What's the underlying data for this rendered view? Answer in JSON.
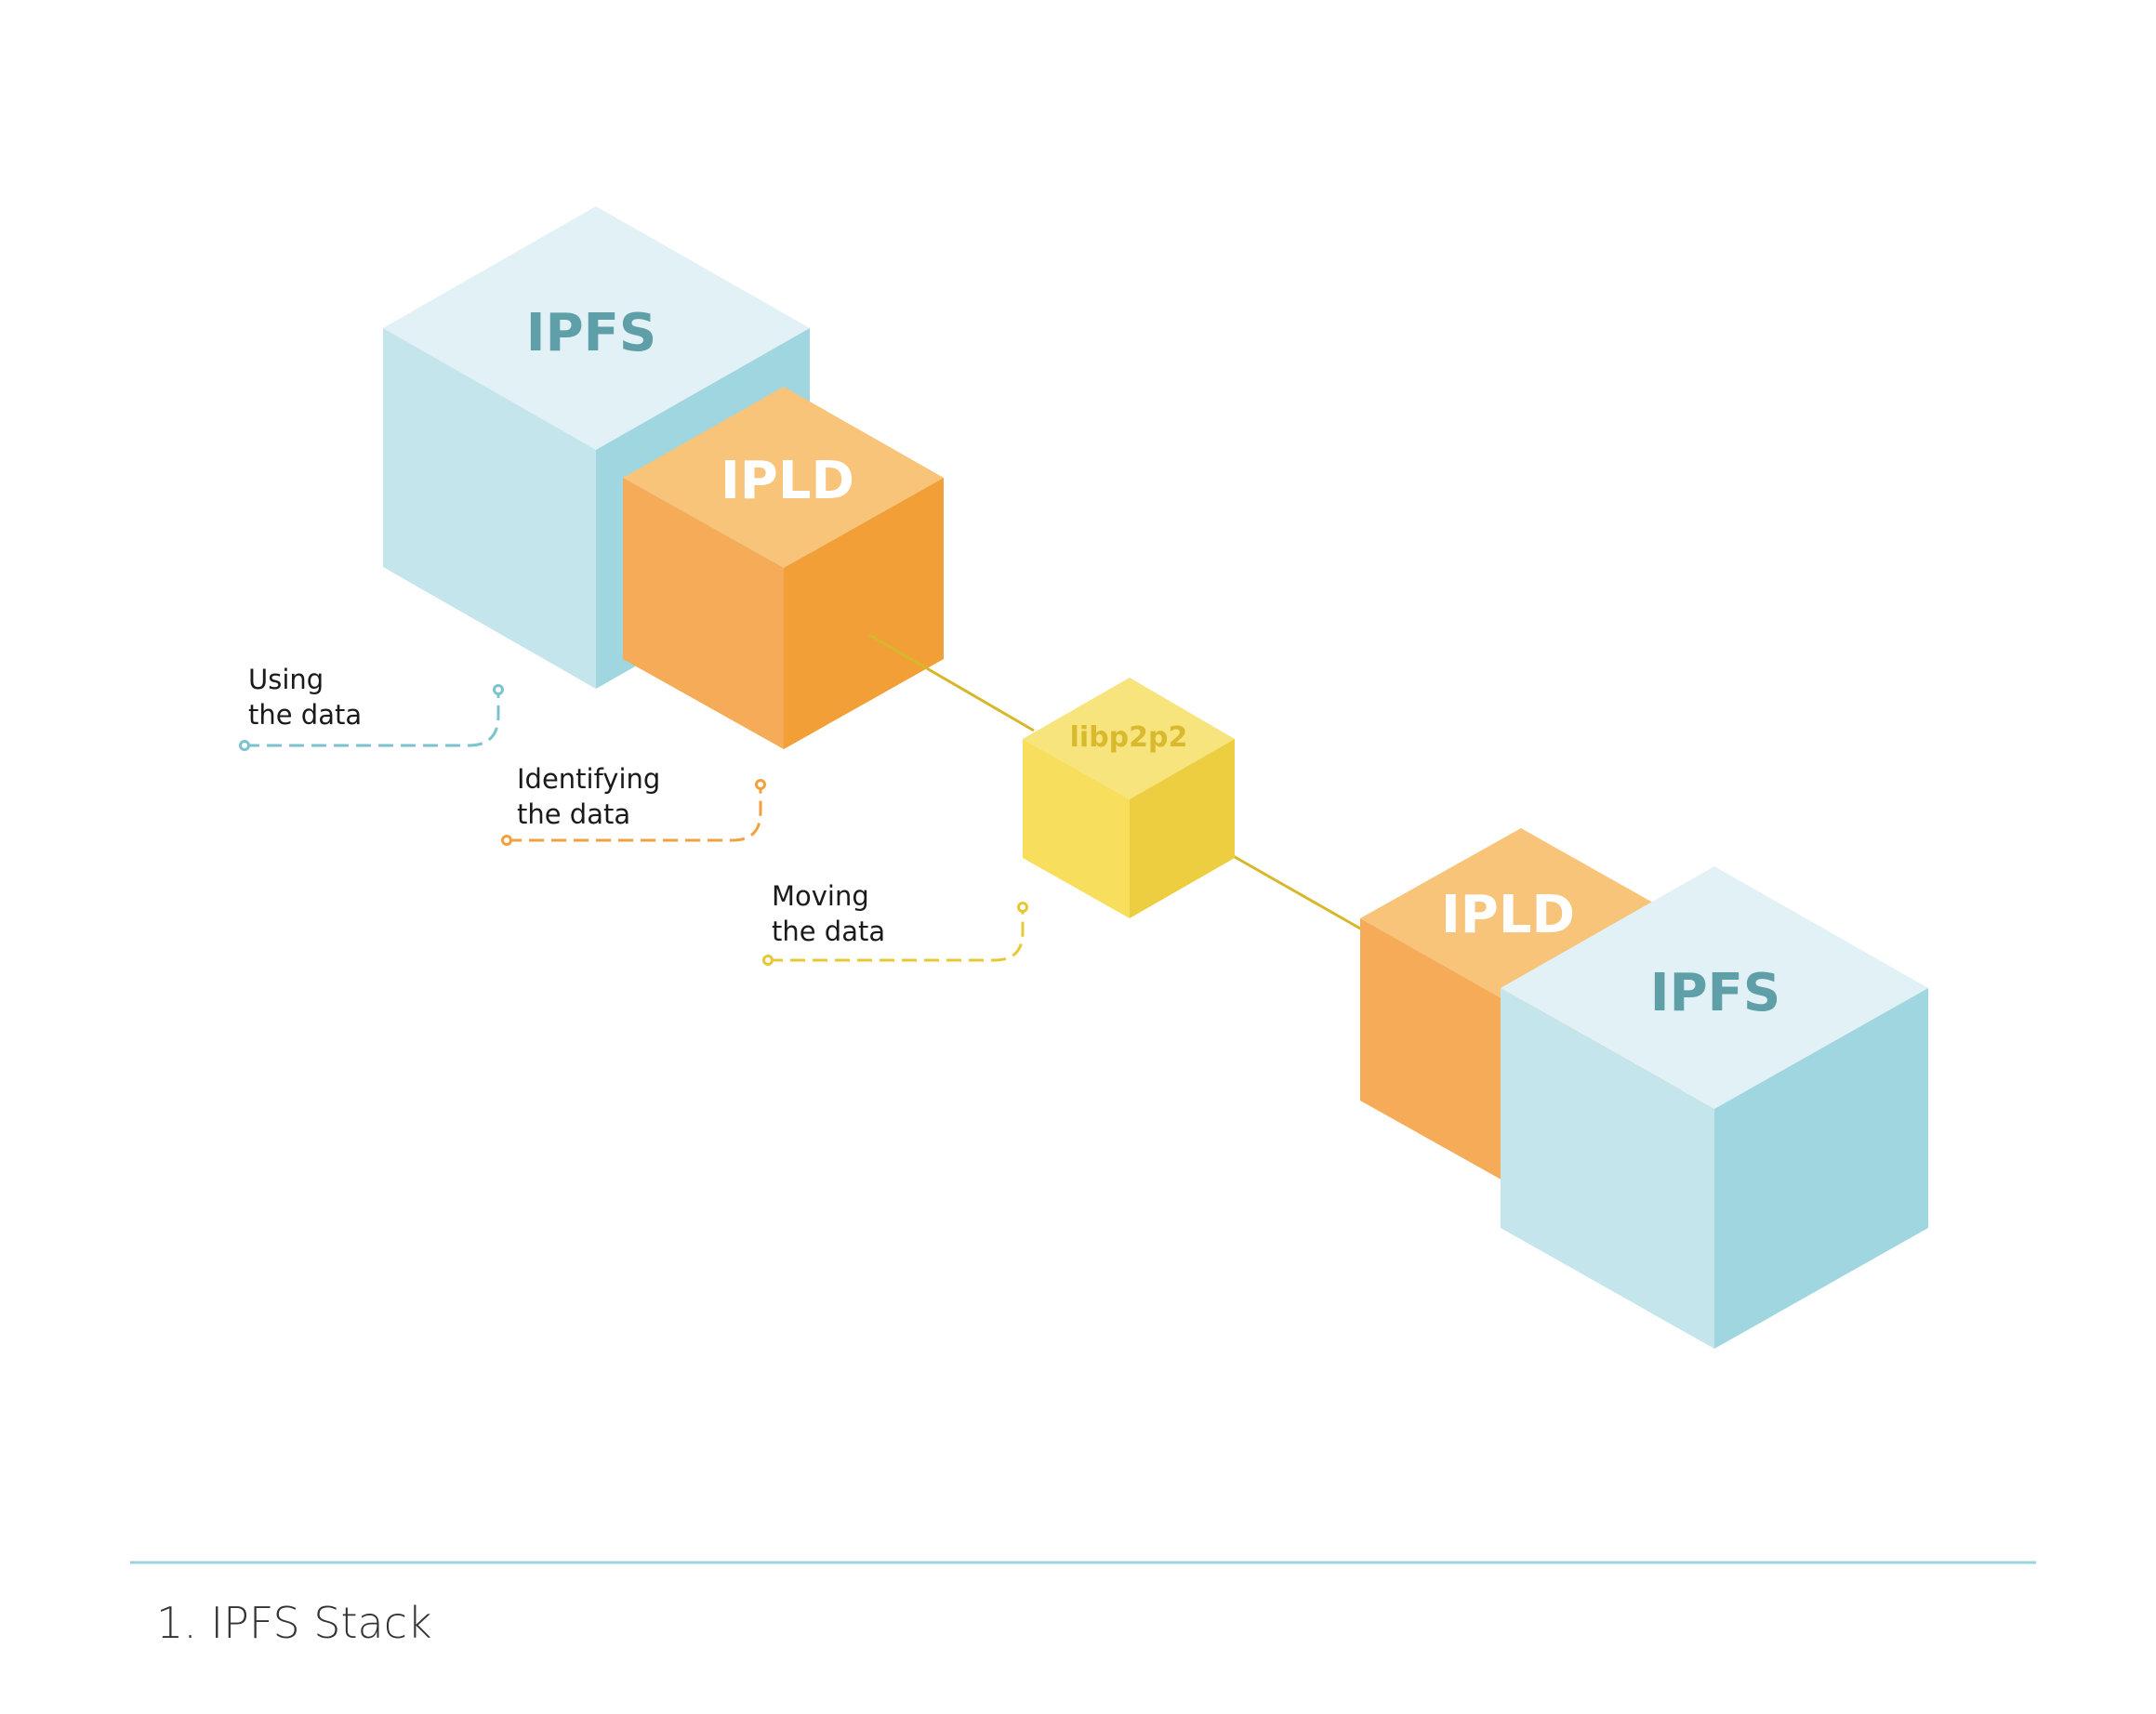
{
  "colors": {
    "ipfs_top": "#e1f1f5",
    "ipfs_left": "#c4e5eb",
    "ipfs_right": "#a0d6df",
    "ipfs_text": "#5e9fa8",
    "ipld_top": "#f7c47a",
    "ipld_left": "#f5ab57",
    "ipld_right": "#f29f37",
    "ipld_text": "#ffffff",
    "libp2p_top": "#f8e47c",
    "libp2p_left": "#f7df5d",
    "libp2p_right": "#ecce40",
    "libp2p_text": "#d9b92e",
    "connector": "#d7b72b",
    "using_line": "#7cc3cf",
    "identifying_line": "#f2a140",
    "moving_line": "#e6c834",
    "divider": "#9ad3dc"
  },
  "cubes": {
    "ipfs_top_left": {
      "label": "IPFS"
    },
    "ipld_top_left": {
      "label": "IPLD"
    },
    "libp2p_center": {
      "label": "libp2p2"
    },
    "ipld_bottom_right": {
      "label": "IPLD"
    },
    "ipfs_bottom_right": {
      "label": "IPFS"
    }
  },
  "annotations": {
    "using": {
      "line1": "Using",
      "line2": "the data"
    },
    "identifying": {
      "line1": "Identifying",
      "line2": "the data"
    },
    "moving": {
      "line1": "Moving",
      "line2": "the data"
    }
  },
  "caption": "1. IPFS Stack"
}
